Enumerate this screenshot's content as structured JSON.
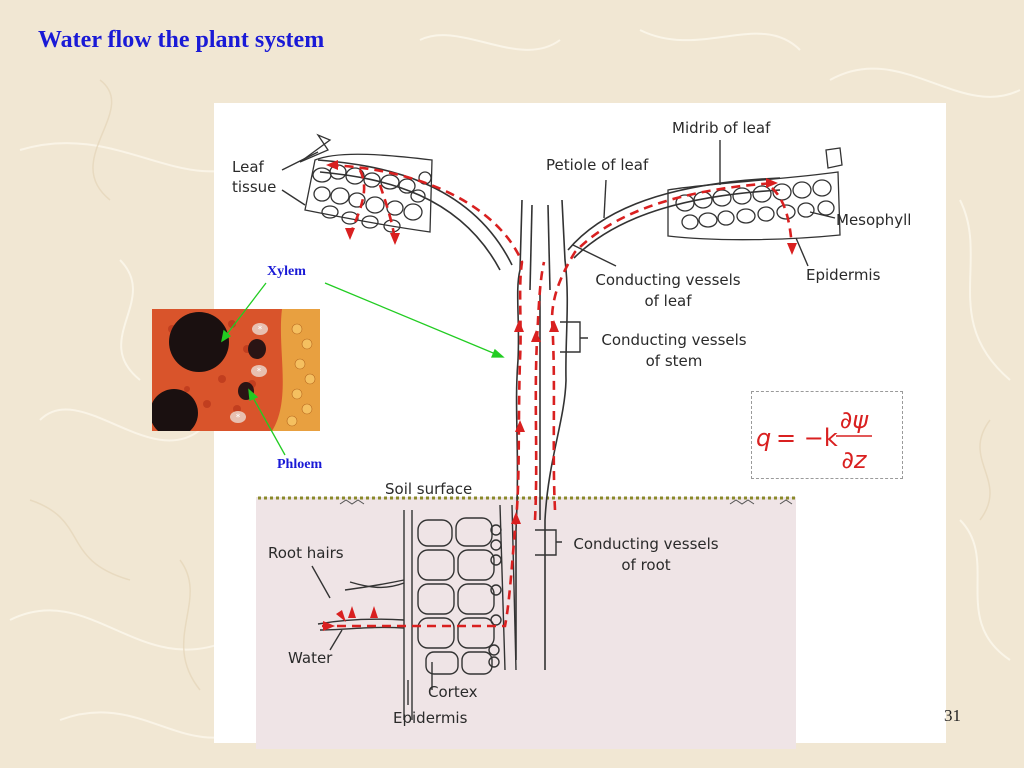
{
  "slide": {
    "title": "Water flow the plant system",
    "page_number": "31",
    "colors": {
      "title": "#1a1ad6",
      "flow_arrows": "#d92020",
      "background": "#f0e6d2",
      "soil_band": "#efe4e6"
    }
  },
  "cross_section": {
    "xylem_label": "Xylem",
    "phloem_label": "Phloem",
    "pointer_color": "#22cc22"
  },
  "diagram": {
    "labels": {
      "leaf_tissue": [
        "Leaf",
        "tissue"
      ],
      "midrib": "Midrib of leaf",
      "petiole": "Petiole of leaf",
      "mesophyll": "Mesophyll",
      "epidermis_leaf": "Epidermis",
      "conducting_leaf": [
        "Conducting vessels",
        "of leaf"
      ],
      "conducting_stem": [
        "Conducting vessels",
        "of stem"
      ],
      "soil_surface": "Soil surface",
      "root_hairs": "Root hairs",
      "conducting_root": [
        "Conducting vessels",
        "of root"
      ],
      "water": "Water",
      "cortex": "Cortex",
      "epidermis_root": "Epidermis"
    }
  },
  "formula": {
    "lhs": "q",
    "eq": "= −k",
    "numerator": "∂ψ",
    "denominator": "∂z"
  }
}
